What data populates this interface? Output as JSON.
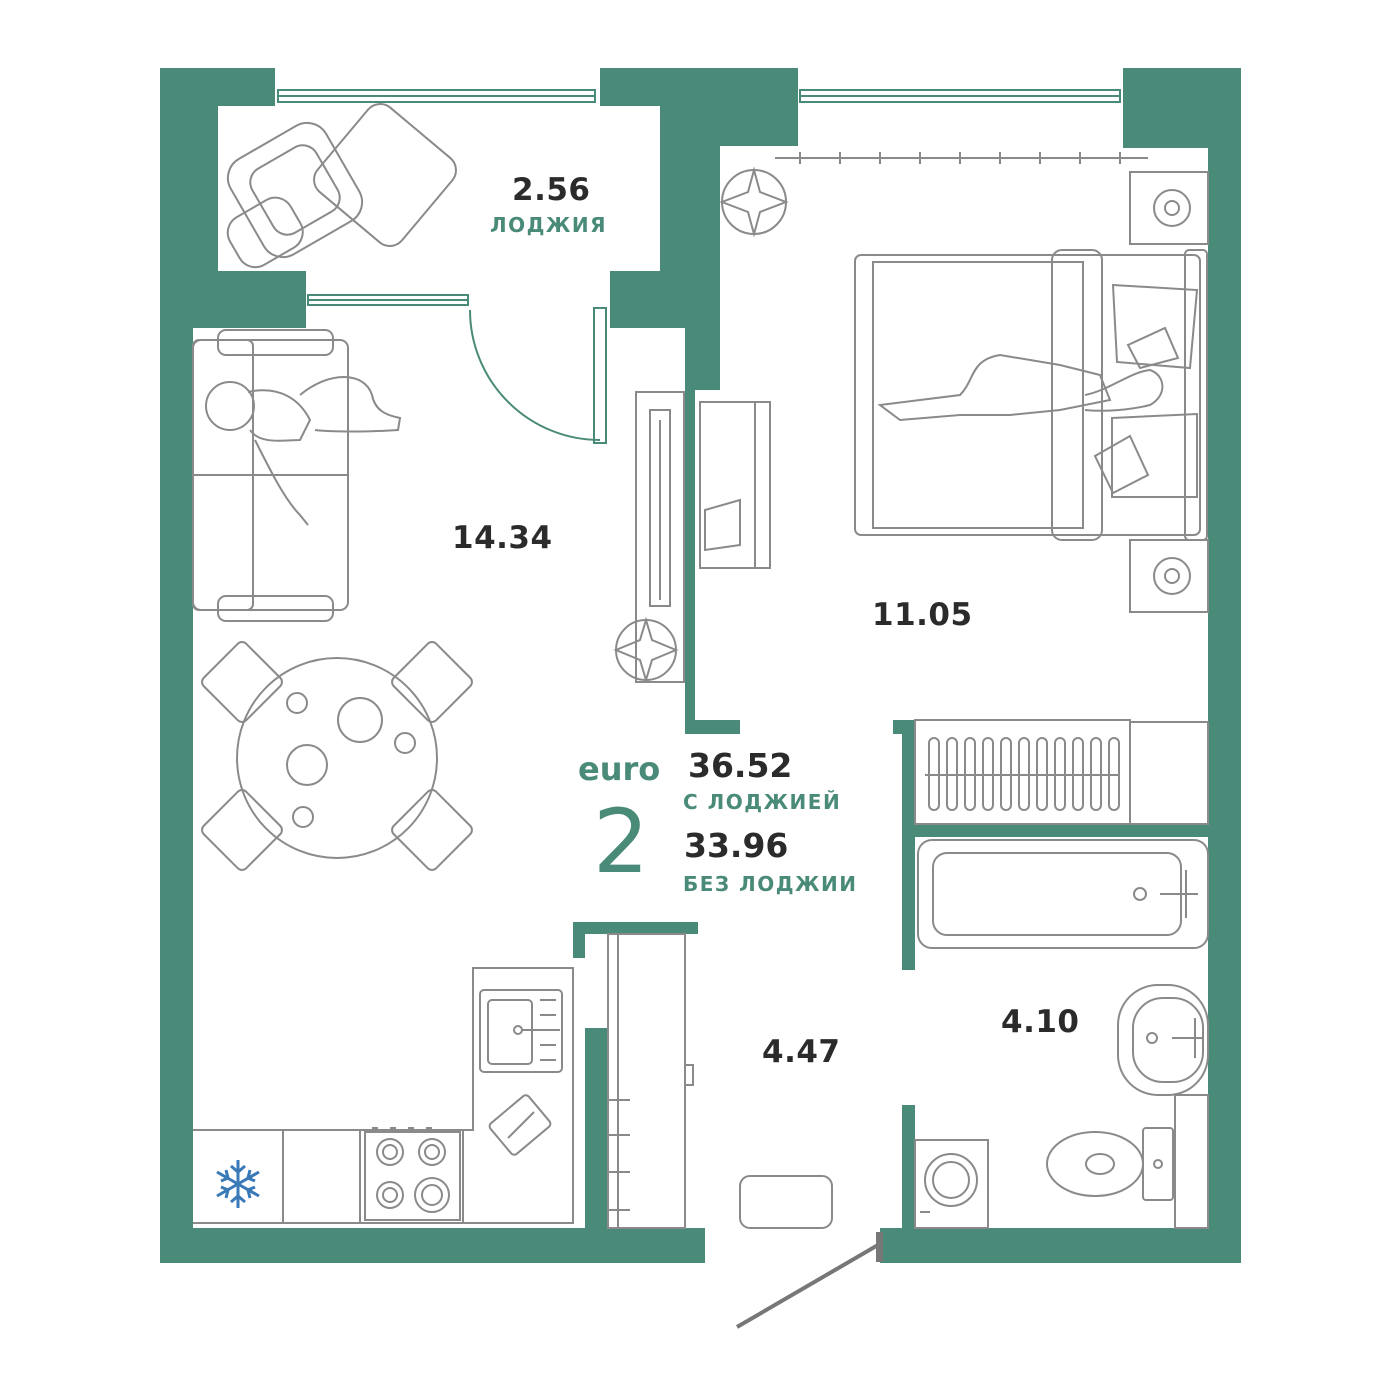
{
  "plan": {
    "colors": {
      "wall": "#4a8a78",
      "furniture": "#8a8a8a",
      "text": "#2b2b2b",
      "accent": "#4a8a78",
      "snowflake": "#3a79b8"
    },
    "rooms": [
      {
        "id": "loggia",
        "area": "2.56",
        "label": "ЛОДЖИЯ"
      },
      {
        "id": "kitchen-living",
        "area": "14.34"
      },
      {
        "id": "bedroom",
        "area": "11.05"
      },
      {
        "id": "hallway",
        "area": "4.47"
      },
      {
        "id": "bathroom",
        "area": "4.10"
      }
    ],
    "type": {
      "prefix": "euro",
      "rooms": "2"
    },
    "totals": [
      {
        "value": "36.52",
        "label": "С ЛОДЖИЕЙ"
      },
      {
        "value": "33.96",
        "label": "БЕЗ ЛОДЖИИ"
      }
    ],
    "icons": [
      "armchair-icon",
      "sofa-icon",
      "person-icon",
      "dining-table-icon",
      "chair-icon",
      "plant-icon",
      "tv-icon",
      "bookshelf-icon",
      "bed-icon",
      "pillow-icon",
      "nightstand-icon",
      "radiator-icon",
      "bathtub-icon",
      "sink-icon",
      "toilet-icon",
      "washing-machine-icon",
      "wardrobe-icon",
      "kitchen-sink-icon",
      "stove-icon",
      "cutting-board-icon",
      "snowflake-icon",
      "door-icon",
      "window-icon",
      "curtain-rod-icon"
    ]
  }
}
